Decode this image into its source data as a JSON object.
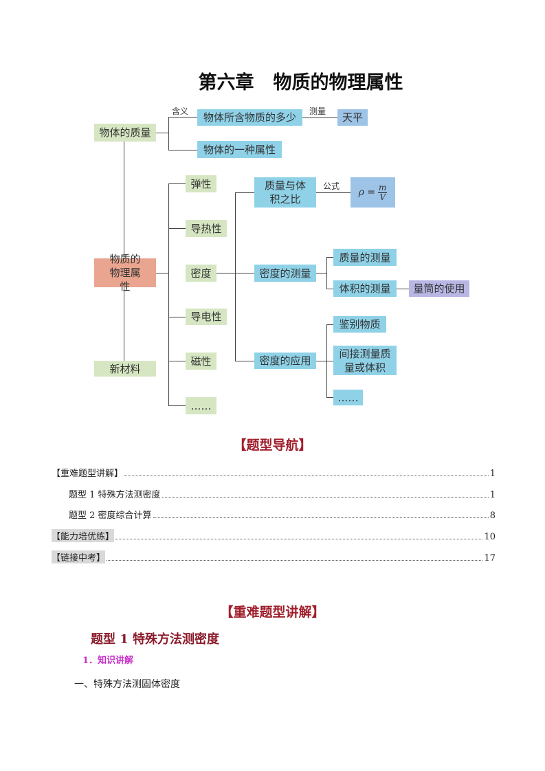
{
  "title": {
    "chapter": "第六章",
    "name": "物质的物理属性"
  },
  "mindmap": {
    "mass": "物体的质量",
    "meaning_label": "含义",
    "meaning": "物体所含物质的多少",
    "measure_label": "测量",
    "balance": "天平",
    "property": "物体的一种属性",
    "physical_props": "物质的物理属性",
    "new_materials": "新材料",
    "elasticity": "弹性",
    "thermal": "导热性",
    "density": "密度",
    "electrical": "导电性",
    "magnetism": "磁性",
    "more": "……",
    "ratio": "质量与体积之比",
    "formula_label": "公式",
    "formula": {
      "lhs": "ρ =",
      "num": "m",
      "den": "V"
    },
    "density_measure": "密度的测量",
    "mass_measure": "质量的测量",
    "volume_measure": "体积的测量",
    "cylinder": "量筒的使用",
    "density_app": "密度的应用",
    "identify": "鉴别物质",
    "indirect": "间接测量质量或体积",
    "more2": "……"
  },
  "nav": {
    "heading": "【题型导航】",
    "items": [
      {
        "label": "【重难题型讲解】",
        "page": "1"
      },
      {
        "label": "题型 1  特殊方法测密度",
        "page": "1"
      },
      {
        "label": "题型 2  密度综合计算",
        "page": "8"
      },
      {
        "label": "【能力培优练】",
        "page": "10"
      },
      {
        "label": "【链接中考】",
        "page": "17"
      }
    ]
  },
  "section": {
    "heading": "【重难题型讲解】",
    "subheading": "题型 1  特殊方法测密度",
    "point": "1．知识讲解",
    "body": "一、特殊方法测固体密度"
  }
}
